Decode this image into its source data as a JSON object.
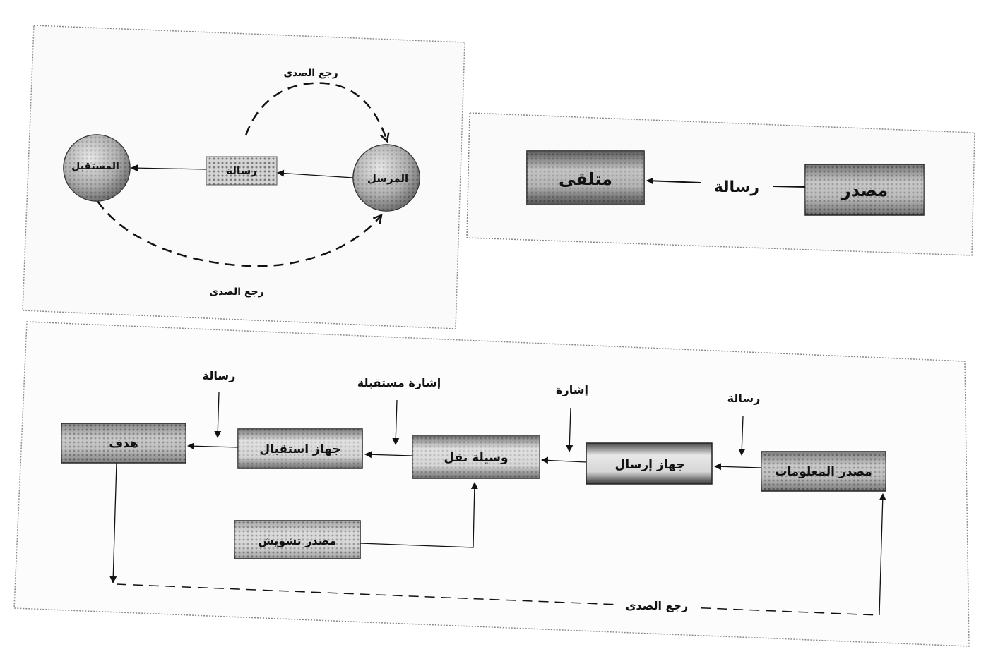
{
  "top_left_diagram": {
    "sender": "المرسل",
    "receiver": "المستقبل",
    "message": "رسالة",
    "feedback_top": "رجع الصدى",
    "feedback_bottom": "رجع الصدى"
  },
  "top_right_diagram": {
    "source": "مصدر",
    "message": "رسالة",
    "receiver": "متلقى"
  },
  "bottom_diagram": {
    "info_source": "مصدر المعلومات",
    "transmitter": "جهاز إرسال",
    "channel": "وسيلة نقل",
    "receiver_device": "جهاز استقبال",
    "target": "هدف",
    "noise_source": "مصدر تشويش",
    "label_message_in": "رسالة",
    "label_signal": "إشارة",
    "label_received_signal": "إشارة مستقبلة",
    "label_message_out": "رسالة",
    "feedback": "رجع الصدى"
  }
}
